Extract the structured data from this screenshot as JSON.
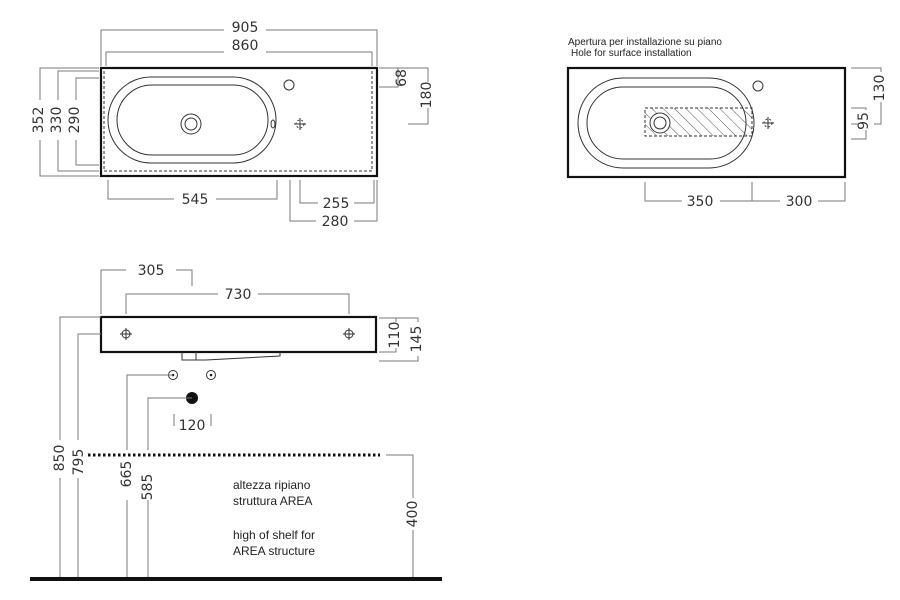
{
  "top_view": {
    "dims": {
      "overall_width": "905",
      "inner_width": "860",
      "depth_total": "352",
      "depth_330": "330",
      "depth_290": "290",
      "tap_offset": "68",
      "tap_180": "180",
      "bowl_545": "545",
      "deck_255": "255",
      "deck_280": "280"
    }
  },
  "surface_view": {
    "caption_it": "Apertura per installazione su piano",
    "caption_en": "Hole for surface installation",
    "dims": {
      "hole_350": "350",
      "hole_300": "300",
      "hole_130": "130",
      "hole_95": "95"
    }
  },
  "front_view": {
    "dims": {
      "offset_305": "305",
      "fixing_730": "730",
      "thickness_110": "110",
      "thickness_145": "145",
      "height_850": "850",
      "height_795": "795",
      "height_665": "665",
      "height_585": "585",
      "spacing_120": "120",
      "shelf_400": "400"
    },
    "shelf_note_it": [
      "altezza ripiano",
      "struttura AREA"
    ],
    "shelf_note_en": [
      "high of shelf for",
      "AREA structure"
    ]
  }
}
